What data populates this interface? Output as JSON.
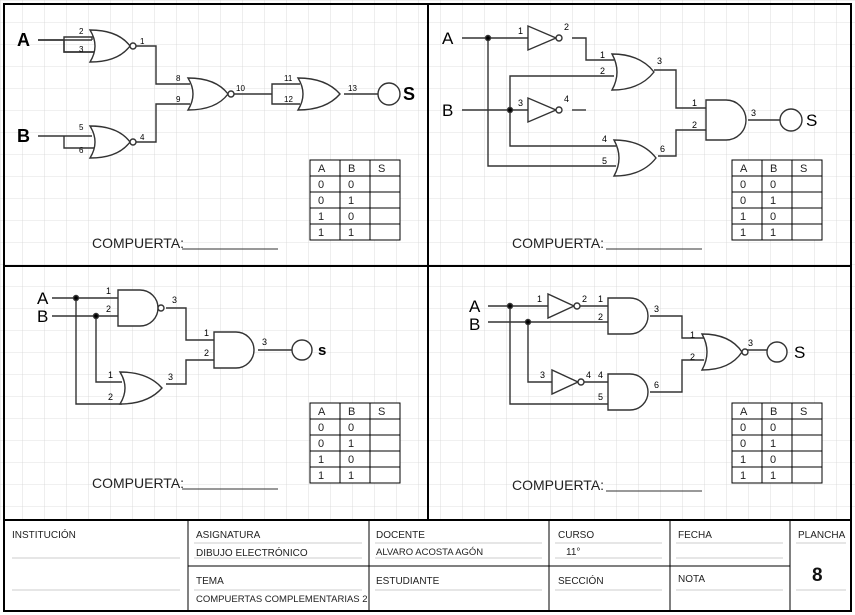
{
  "panels": {
    "p1": {
      "input_a": "A",
      "input_b": "B",
      "output": "S",
      "pins": [
        "2",
        "3",
        "1",
        "5",
        "6",
        "4",
        "8",
        "9",
        "10",
        "11",
        "12",
        "13"
      ],
      "truth_table": {
        "headers": [
          "A",
          "B",
          "S"
        ],
        "rows": [
          [
            "0",
            "0",
            ""
          ],
          [
            "0",
            "1",
            ""
          ],
          [
            "1",
            "0",
            ""
          ],
          [
            "1",
            "1",
            ""
          ]
        ]
      },
      "gate_label": "COMPUERTA:"
    },
    "p2": {
      "input_a": "A",
      "input_b": "B",
      "output": "S",
      "pins": [
        "1",
        "2",
        "1",
        "2",
        "3",
        "3",
        "4",
        "1",
        "2",
        "3",
        "4",
        "5",
        "6"
      ],
      "truth_table": {
        "headers": [
          "A",
          "B",
          "S"
        ],
        "rows": [
          [
            "0",
            "0",
            ""
          ],
          [
            "0",
            "1",
            ""
          ],
          [
            "1",
            "0",
            ""
          ],
          [
            "1",
            "1",
            ""
          ]
        ]
      },
      "gate_label": "COMPUERTA:"
    },
    "p3": {
      "input_a": "A",
      "input_b": "B",
      "output": "s",
      "pins": [
        "1",
        "2",
        "3",
        "1",
        "2",
        "3",
        "1",
        "2",
        "3"
      ],
      "truth_table": {
        "headers": [
          "A",
          "B",
          "S"
        ],
        "rows": [
          [
            "0",
            "0",
            ""
          ],
          [
            "0",
            "1",
            ""
          ],
          [
            "1",
            "0",
            ""
          ],
          [
            "1",
            "1",
            ""
          ]
        ]
      },
      "gate_label": "COMPUERTA:"
    },
    "p4": {
      "input_a": "A",
      "input_b": "B",
      "output": "S",
      "pins": [
        "1",
        "2",
        "1",
        "2",
        "3",
        "3",
        "4",
        "4",
        "5",
        "6",
        "1",
        "2",
        "3"
      ],
      "truth_table": {
        "headers": [
          "A",
          "B",
          "S"
        ],
        "rows": [
          [
            "0",
            "0",
            ""
          ],
          [
            "0",
            "1",
            ""
          ],
          [
            "1",
            "0",
            ""
          ],
          [
            "1",
            "1",
            ""
          ]
        ]
      },
      "gate_label": "COMPUERTA:"
    }
  },
  "title_block": {
    "institucion_label": "INSTITUCIÓN",
    "asignatura_label": "ASIGNATURA",
    "asignatura_value": "DIBUJO ELECTRÓNICO",
    "tema_label": "TEMA",
    "tema_value": "COMPUERTAS COMPLEMENTARIAS 2",
    "docente_label": "DOCENTE",
    "docente_value": "ALVARO ACOSTA AGÓN",
    "estudiante_label": "ESTUDIANTE",
    "curso_label": "CURSO",
    "curso_value": "11°",
    "seccion_label": "SECCIÓN",
    "fecha_label": "FECHA",
    "nota_label": "NOTA",
    "plancha_label": "PLANCHA",
    "plancha_value": "8"
  }
}
